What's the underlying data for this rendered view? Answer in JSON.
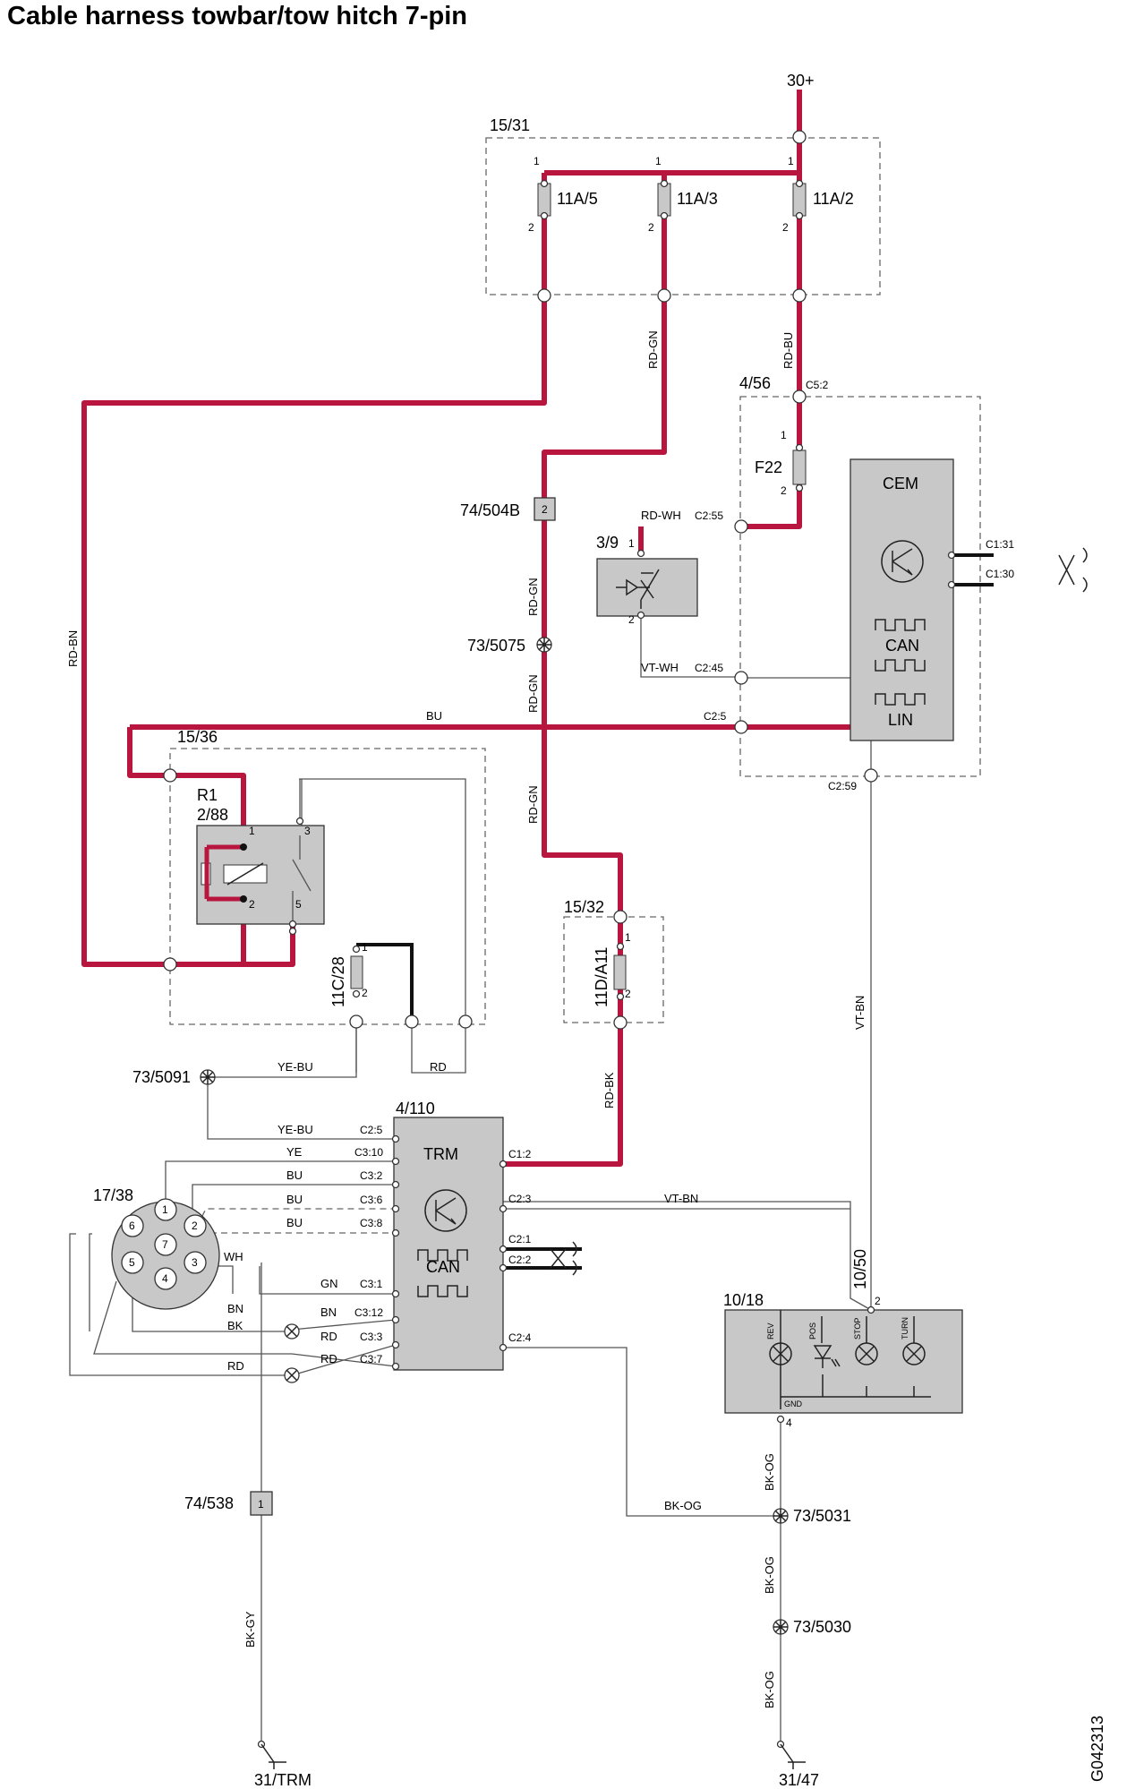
{
  "title": "Cable harness towbar/tow hitch 7-pin",
  "figure_id": "G042313",
  "components": {
    "supply": "30+",
    "fuse_box_1531": "15/31",
    "fuse_11a5": "11A/5",
    "fuse_11a3": "11A/3",
    "fuse_11a2": "11A/2",
    "cem_box": "4/56",
    "cem": "CEM",
    "fuse_f22": "F22",
    "conn_74_504b": "74/504B",
    "conn_74_504b_pin": "2",
    "switch_39": "3/9",
    "splice_73_5075": "73/5075",
    "box_1536": "15/36",
    "relay_r1": "R1",
    "relay_288": "2/88",
    "fuse_11c28": "11C/28",
    "box_1532": "15/32",
    "fuse_11da11": "11D/A11",
    "splice_73_5091": "73/5091",
    "trm_id": "4/110",
    "trm": "TRM",
    "socket_1738": "17/38",
    "lamp_module_1018": "10/18",
    "conn_1050": "10/50",
    "conn_74_538": "74/538",
    "conn_74_538_pin": "1",
    "splice_73_5031": "73/5031",
    "splice_73_5030": "73/5030",
    "ground_trm": "31/TRM",
    "ground_3147": "31/47",
    "can": "CAN",
    "lin": "LIN",
    "lamp_rev": "REV",
    "lamp_pos": "POS",
    "lamp_stop": "STOP",
    "lamp_turn": "TURN",
    "gnd": "GND"
  },
  "wires": {
    "rd_bn": "RD-BN",
    "rd_gn": "RD-GN",
    "rd_bu": "RD-BU",
    "rd_wh": "RD-WH",
    "vt_wh": "VT-WH",
    "bu": "BU",
    "rd_bk": "RD-BK",
    "vt_bn": "VT-BN",
    "ye_bu": "YE-BU",
    "rd": "RD",
    "ye": "YE",
    "gn": "GN",
    "bn": "BN",
    "bk": "BK",
    "wh": "WH",
    "bk_og": "BK-OG",
    "bk_gy": "BK-GY"
  },
  "connectors": {
    "c5_2": "C5:2",
    "c2_55": "C2:55",
    "c2_45": "C2:45",
    "c2_5": "C2:5",
    "c2_59": "C2:59",
    "c1_31": "C1:31",
    "c1_30": "C1:30",
    "c1_2": "C1:2",
    "c2_3": "C2:3",
    "c2_1": "C2:1",
    "c2_2": "C2:2",
    "c2_4": "C2:4",
    "c3_10": "C3:10",
    "c3_2": "C3:2",
    "c3_6": "C3:6",
    "c3_8": "C3:8",
    "c3_1": "C3:1",
    "c3_12": "C3:12",
    "c3_3": "C3:3",
    "c3_7": "C3:7"
  },
  "pins": {
    "p1": "1",
    "p2": "2",
    "p3": "3",
    "p4": "4",
    "p5": "5",
    "p6": "6",
    "p7": "7"
  },
  "colors": {
    "power_wire": "#b8163f",
    "component_fill": "#c8c8c8",
    "signal_wire": "#555555"
  }
}
